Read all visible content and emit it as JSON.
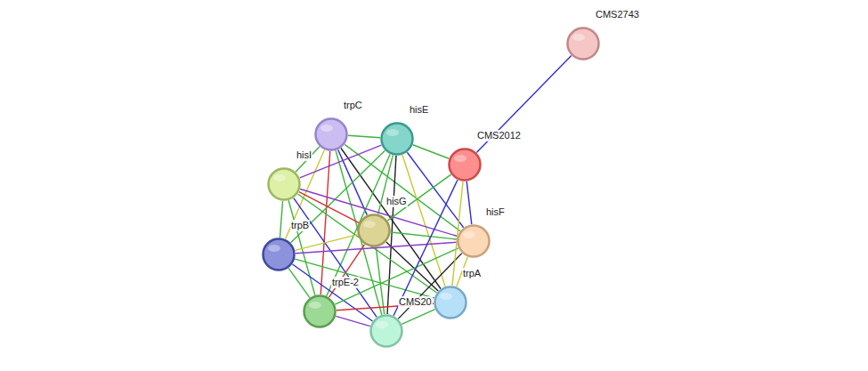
{
  "diagram": {
    "nodes": [
      {
        "text": [
          "trpC"
        ]
      },
      {
        "text": [
          "hisE"
        ]
      },
      {
        "text": [
          "hisI"
        ]
      },
      {
        "text": [
          "CMS2012"
        ]
      },
      {
        "text": [
          "hisG"
        ]
      },
      {
        "text": [
          "trpB"
        ]
      },
      {
        "text": [
          "hisF"
        ]
      },
      {
        "text": [
          "trpA"
        ]
      },
      {
        "text": [
          "trpE-2"
        ]
      },
      {
        "text": [
          "CMS20"
        ]
      },
      {
        "text": [
          "CMS2743"
        ]
      }
    ],
    "edges": [
      {
        "from": 0,
        "to": 1,
        "arrow": "none"
      },
      {
        "from": 0,
        "to": 2,
        "arrow": "none"
      },
      {
        "from": 0,
        "to": 4,
        "arrow": "none"
      },
      {
        "from": 0,
        "to": 5,
        "arrow": "none"
      },
      {
        "from": 0,
        "to": 6,
        "arrow": "none"
      },
      {
        "from": 0,
        "to": 7,
        "arrow": "none"
      },
      {
        "from": 0,
        "to": 8,
        "arrow": "none"
      },
      {
        "from": 0,
        "to": 9,
        "arrow": "none"
      },
      {
        "from": 1,
        "to": 2,
        "arrow": "none"
      },
      {
        "from": 1,
        "to": 4,
        "arrow": "none"
      },
      {
        "from": 1,
        "to": 5,
        "arrow": "none"
      },
      {
        "from": 1,
        "to": 6,
        "arrow": "none"
      },
      {
        "from": 1,
        "to": 7,
        "arrow": "none"
      },
      {
        "from": 1,
        "to": 8,
        "arrow": "none"
      },
      {
        "from": 1,
        "to": 9,
        "arrow": "none"
      },
      {
        "from": 2,
        "to": 4,
        "arrow": "none"
      },
      {
        "from": 2,
        "to": 5,
        "arrow": "none"
      },
      {
        "from": 2,
        "to": 6,
        "arrow": "none"
      },
      {
        "from": 2,
        "to": 7,
        "arrow": "none"
      },
      {
        "from": 2,
        "to": 8,
        "arrow": "none"
      },
      {
        "from": 2,
        "to": 9,
        "arrow": "none"
      },
      {
        "from": 4,
        "to": 5,
        "arrow": "none"
      },
      {
        "from": 4,
        "to": 6,
        "arrow": "none"
      },
      {
        "from": 4,
        "to": 7,
        "arrow": "none"
      },
      {
        "from": 4,
        "to": 8,
        "arrow": "none"
      },
      {
        "from": 4,
        "to": 9,
        "arrow": "none"
      },
      {
        "from": 5,
        "to": 6,
        "arrow": "none"
      },
      {
        "from": 5,
        "to": 7,
        "arrow": "none"
      },
      {
        "from": 5,
        "to": 8,
        "arrow": "none"
      },
      {
        "from": 5,
        "to": 9,
        "arrow": "none"
      },
      {
        "from": 6,
        "to": 7,
        "arrow": "none"
      },
      {
        "from": 6,
        "to": 8,
        "arrow": "none"
      },
      {
        "from": 6,
        "to": 9,
        "arrow": "none"
      },
      {
        "from": 7,
        "to": 8,
        "arrow": "none"
      },
      {
        "from": 7,
        "to": 9,
        "arrow": "none"
      },
      {
        "from": 8,
        "to": 9,
        "arrow": "none"
      },
      {
        "from": 3,
        "to": 1,
        "arrow": "none"
      },
      {
        "from": 3,
        "to": 4,
        "arrow": "none"
      },
      {
        "from": 3,
        "to": 6,
        "arrow": "none"
      },
      {
        "from": 3,
        "to": 7,
        "arrow": "none"
      },
      {
        "from": 3,
        "to": 9,
        "arrow": "none"
      },
      {
        "from": 3,
        "to": 10,
        "arrow": "none"
      }
    ]
  }
}
